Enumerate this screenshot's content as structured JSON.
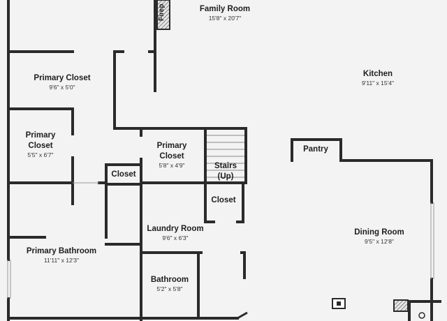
{
  "rooms": [
    {
      "id": "family",
      "name": "Family Room",
      "dim": "15'8\" x 20'7\""
    },
    {
      "id": "kitchen",
      "name": "Kitchen",
      "dim": "9'11\" x 15'4\""
    },
    {
      "id": "primary-closet-1",
      "name": "Primary Closet",
      "dim": "9'6\" x 5'0\""
    },
    {
      "id": "primary-closet-2",
      "name": "Primary\nCloset",
      "dim": "5'5\" x 6'7\""
    },
    {
      "id": "primary-closet-3",
      "name": "Primary\nCloset",
      "dim": "5'8\" x 4'9\""
    },
    {
      "id": "closet-1",
      "name": "Closet",
      "dim": ""
    },
    {
      "id": "stairs",
      "name": "Stairs\n(Up)",
      "dim": ""
    },
    {
      "id": "closet-2",
      "name": "Closet",
      "dim": ""
    },
    {
      "id": "pantry",
      "name": "Pantry",
      "dim": ""
    },
    {
      "id": "laundry",
      "name": "Laundry Room",
      "dim": "9'6\" x 6'3\""
    },
    {
      "id": "primary-bath",
      "name": "Primary Bathroom",
      "dim": "11'11\" x 12'3\""
    },
    {
      "id": "dining",
      "name": "Dining Room",
      "dim": "9'5\" x 12'8\""
    },
    {
      "id": "bathroom",
      "name": "Bathroom",
      "dim": "5'2\" x 5'8\""
    }
  ],
  "fireplace_label": "Firep",
  "colors": {
    "wall": "#2a2a2a",
    "floor": "#f3f3f3",
    "text": "#1e1e1e"
  }
}
